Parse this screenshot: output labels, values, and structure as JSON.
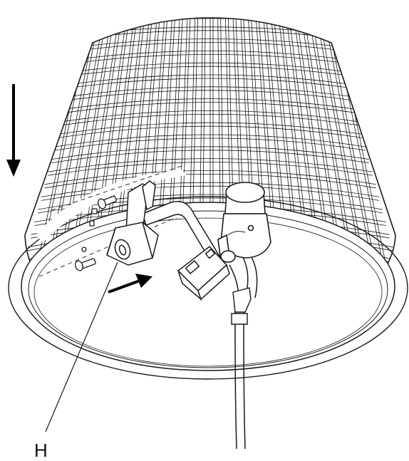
{
  "figure": {
    "callout_label": "H",
    "line_color": "#1a1a1a",
    "background": "#ffffff",
    "parts": {
      "lamp_shade": "woven-lamp-shade",
      "bracket": "mounting-bracket",
      "socket": "lamp-socket",
      "rod": "support-rod",
      "cord": "power-cord",
      "screws": "mounting-screws"
    },
    "arrows": {
      "lower_shade": "down-arrow-icon",
      "attach_socket": "insert-arrow-icon"
    }
  }
}
